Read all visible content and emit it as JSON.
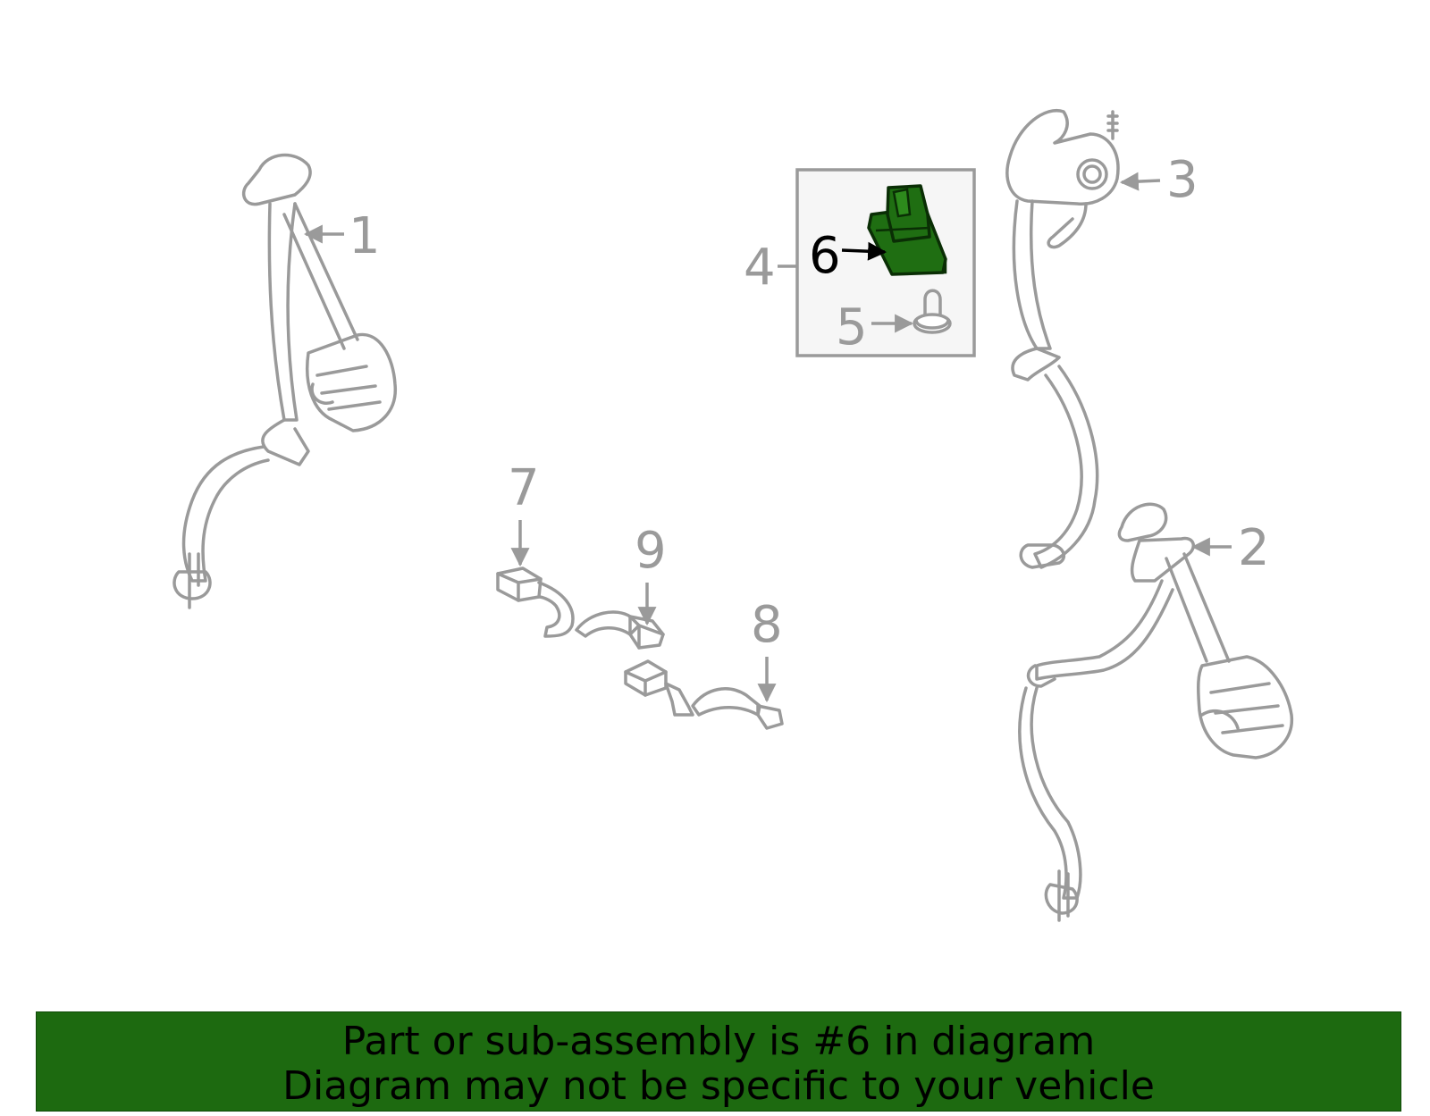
{
  "callouts": {
    "c1": "1",
    "c2": "2",
    "c3": "3",
    "c4": "4",
    "c5": "5",
    "c6": "6",
    "c7": "7",
    "c8": "8",
    "c9": "9"
  },
  "highlighted_part": "6",
  "colors": {
    "highlight_fill": "#1f6e12",
    "banner_background": "#1d6a10",
    "line_gray": "#9a9a9a"
  },
  "banner": {
    "line1": "Part or sub-assembly is #6 in diagram",
    "line2": "Diagram may not be specific to your vehicle"
  }
}
